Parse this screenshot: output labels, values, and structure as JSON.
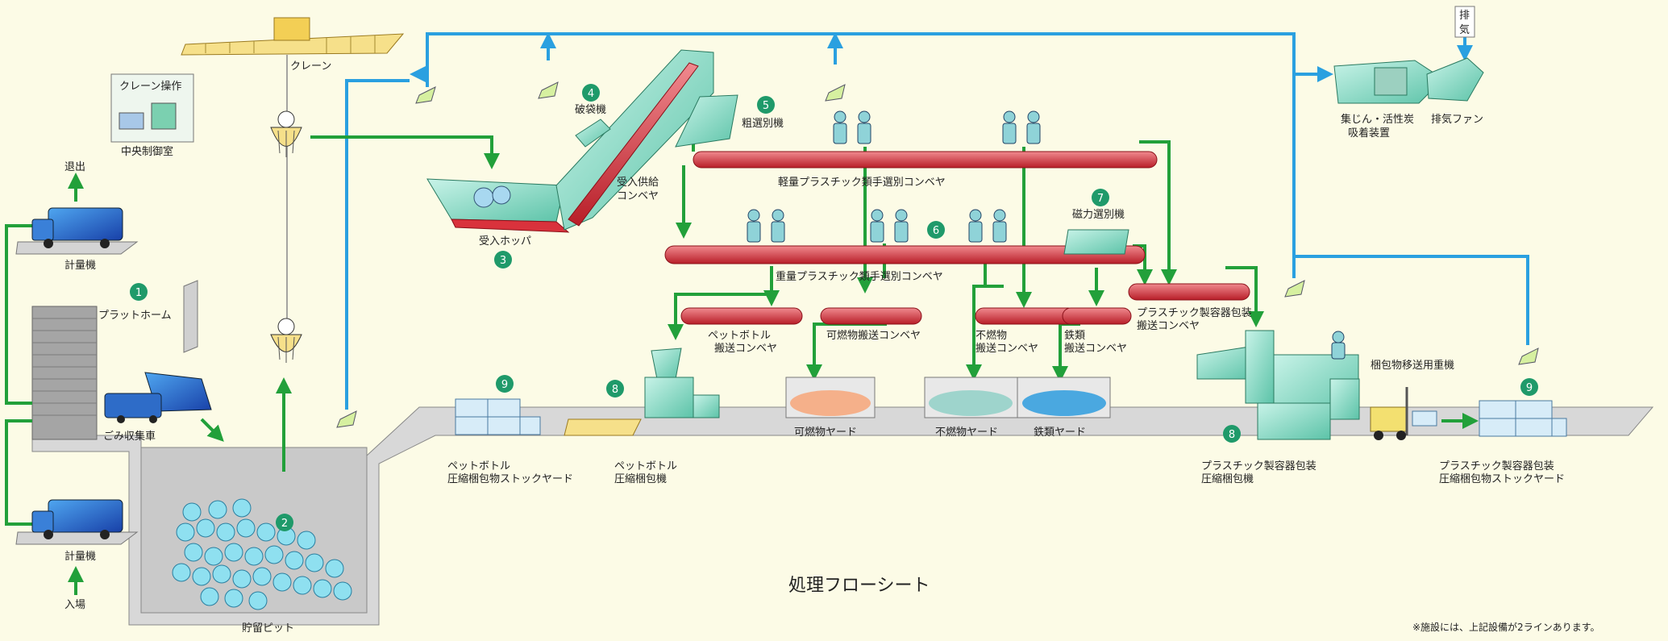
{
  "title": "処理フローシート",
  "note": "※施設には、上記設備が2ラインあります。",
  "colors": {
    "background": "#fcfbe6",
    "air_duct": "#2aa0e0",
    "material_flow": "#22a03a",
    "conveyor": "#d9323c",
    "equipment": "#8fdcc8",
    "badge": "#1f9a6a",
    "floor": "#d8d8d8"
  },
  "labels": {
    "crane": "クレーン",
    "crane_operation": "クレーン操作",
    "central_control": "中央制御室",
    "exit": "退出",
    "scale": "計量機",
    "entry": "入場",
    "platform": "プラットホーム",
    "garbage_truck": "ごみ収集車",
    "storage_pit": "貯留ピット",
    "bag_breaker": "破袋機",
    "receiving_hopper": "受入ホッパ",
    "feed_conveyor": [
      "受入供給",
      "コンベヤ"
    ],
    "coarse_separator": "粗選別機",
    "light_plastic_conveyor": "軽量プラスチック類手選別コンベヤ",
    "heavy_plastic_conveyor": "重量プラスチック類手選別コンベヤ",
    "magnetic_separator": "磁力選別機",
    "pet_conveyor": [
      "ペットボトル",
      "搬送コンベヤ"
    ],
    "combustible_conveyor": "可燃物搬送コンベヤ",
    "noncombustible_conveyor": [
      "不燃物",
      "搬送コンベヤ"
    ],
    "iron_conveyor": [
      "鉄類",
      "搬送コンベヤ"
    ],
    "plastic_container_conveyor": [
      "プラスチック製容器包装",
      "搬送コンベヤ"
    ],
    "combustible_yard": "可燃物ヤード",
    "noncombustible_yard": "不燃物ヤード",
    "iron_yard": "鉄類ヤード",
    "pet_stock_yard": [
      "ペットボトル",
      "圧縮梱包物ストックヤード"
    ],
    "pet_baler": [
      "ペットボトル",
      "圧縮梱包機"
    ],
    "plastic_baler": [
      "プラスチック製容器包装",
      "圧縮梱包機"
    ],
    "plastic_stock_yard": [
      "プラスチック製容器包装",
      "圧縮梱包物ストックヤード"
    ],
    "bale_transfer_vehicle": "梱包物移送用重機",
    "dust_collector": [
      "集じん・活性炭",
      "吸着装置"
    ],
    "exhaust_fan": "排気ファン",
    "exhaust": [
      "排",
      "気"
    ]
  },
  "badges": {
    "b1": "1",
    "b2": "2",
    "b3": "3",
    "b4": "4",
    "b5": "5",
    "b6": "6",
    "b7": "7",
    "b8a": "8",
    "b8b": "8",
    "b9a": "9",
    "b9b": "9"
  },
  "icons": {
    "worker": "worker-icon",
    "truck": "garbage-truck-icon",
    "grab": "crane-grab-icon",
    "bale": "bale-stack-icon",
    "forklift": "forklift-icon"
  }
}
